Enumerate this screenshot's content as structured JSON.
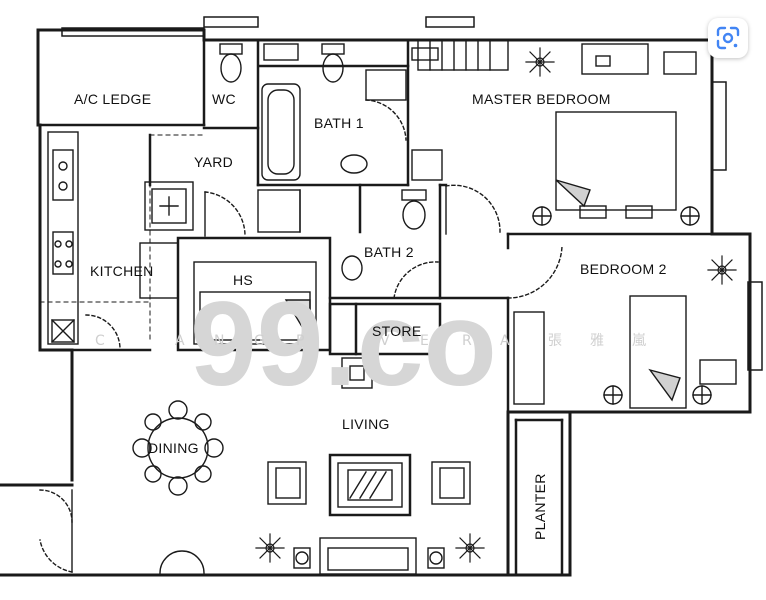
{
  "floor_plan": {
    "rooms": {
      "ac_ledge": "A/C LEDGE",
      "wc": "WC",
      "bath1": "BATH 1",
      "master_bedroom": "MASTER BEDROOM",
      "yard": "YARD",
      "kitchen": "KITCHEN",
      "hs": "HS",
      "bath2": "BATH 2",
      "bedroom2": "BEDROOM 2",
      "store": "STORE",
      "living": "LIVING",
      "dining": "DINING",
      "planter": "PLANTER"
    },
    "watermark": {
      "logo": "99.co",
      "letters": [
        "C",
        "A",
        "N",
        "G",
        "P",
        "V",
        "E",
        "R",
        "A",
        "張",
        "雅",
        "嵐"
      ]
    }
  },
  "overlay": {
    "lens_icon": "google-lens-icon",
    "accent_color": "#4285f4"
  },
  "colors": {
    "line": "#1a1a1a",
    "watermark": "#d6d6d6"
  }
}
